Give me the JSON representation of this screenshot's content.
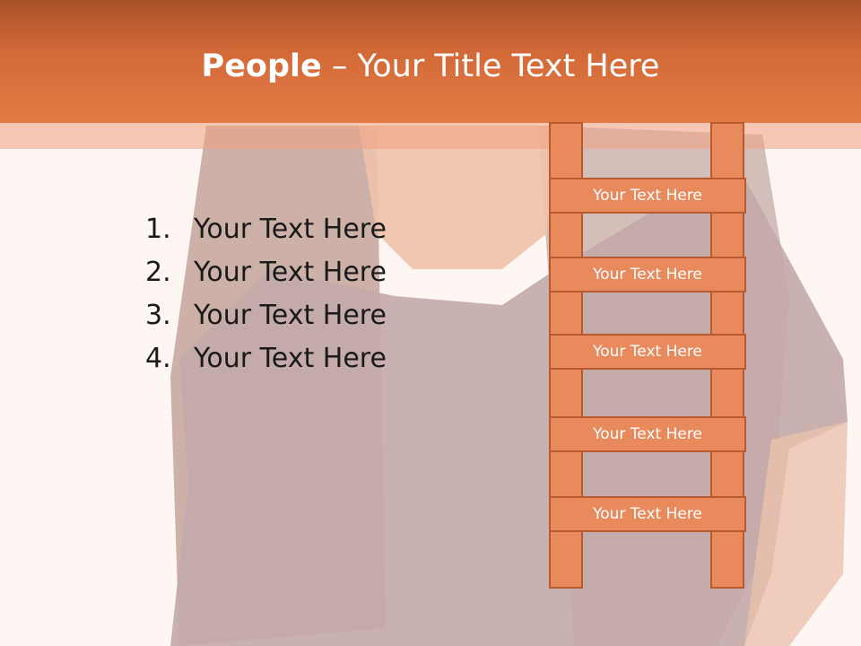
{
  "title": {
    "bold": "People",
    "rest": " – Your Title Text Here"
  },
  "list": [
    {
      "num": "1.",
      "text": "Your Text Here"
    },
    {
      "num": "2.",
      "text": "Your Text Here"
    },
    {
      "num": "3.",
      "text": "Your Text Here"
    },
    {
      "num": "4.",
      "text": "Your Text Here"
    }
  ],
  "ladder": {
    "rungs": [
      "Your Text Here",
      "Your Text Here",
      "Your Text Here",
      "Your Text Here",
      "Your Text Here"
    ]
  },
  "colors": {
    "header": "#d46a38",
    "ladder_fill": "#e98a5d",
    "ladder_border": "#b95a2e",
    "background": "#fdf6f2"
  }
}
